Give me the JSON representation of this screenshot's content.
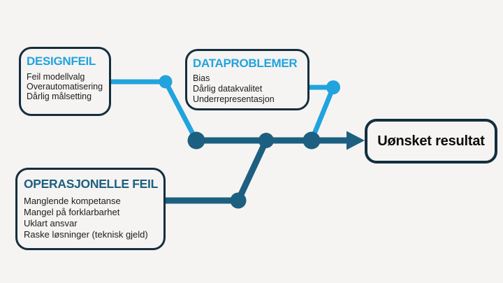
{
  "colors": {
    "light_blue": "#21A3DE",
    "dark_teal": "#1D5F80",
    "box_border": "#142E3E",
    "text_dark": "#1C1C1C",
    "background": "#F5F4F2"
  },
  "boxes": [
    {
      "title": "DESIGNFEIL",
      "items": [
        "Feil modellvalg",
        "Overautomatisering",
        "Dårlig målsetting"
      ]
    },
    {
      "title": "DATAPROBLEMER",
      "items": [
        "Bias",
        "Dårlig datakvalitet",
        "Underrepresentasjon"
      ]
    },
    {
      "title": "OPERASJONELLE FEIL",
      "items": [
        "Manglende kompetanse",
        "Mangel på forklarbarhet",
        "Uklart ansvar",
        "Raske løsninger (teknisk gjeld)"
      ]
    }
  ],
  "result": {
    "label": "Uønsket resultat"
  }
}
